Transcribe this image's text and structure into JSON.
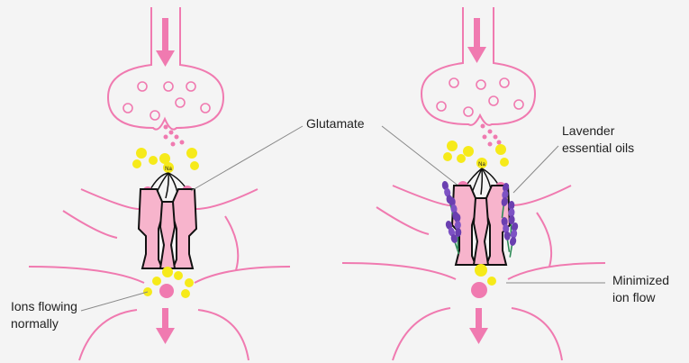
{
  "labels": {
    "glutamate": "Glutamate",
    "lavender_line1": "Lavender",
    "lavender_line2": "essential oils",
    "ions_line1": "Ions flowing",
    "ions_line2": "normally",
    "minimized_line1": "Minimized",
    "minimized_line2": "ion flow",
    "na_left": "Na",
    "na_right": "Na"
  },
  "colors": {
    "background": "#f4f4f4",
    "membrane": "#f07ab0",
    "receptor_fill": "#f7b4cc",
    "ion_yellow": "#f6ea1a",
    "glutamate_pink": "#f07ab0",
    "lavender": "#6a3fb0",
    "stem_green": "#2e8b57"
  },
  "icons": [
    "down-arrow-icon",
    "vesicle-icon",
    "receptor-channel-icon",
    "lavender-sprig-icon"
  ]
}
